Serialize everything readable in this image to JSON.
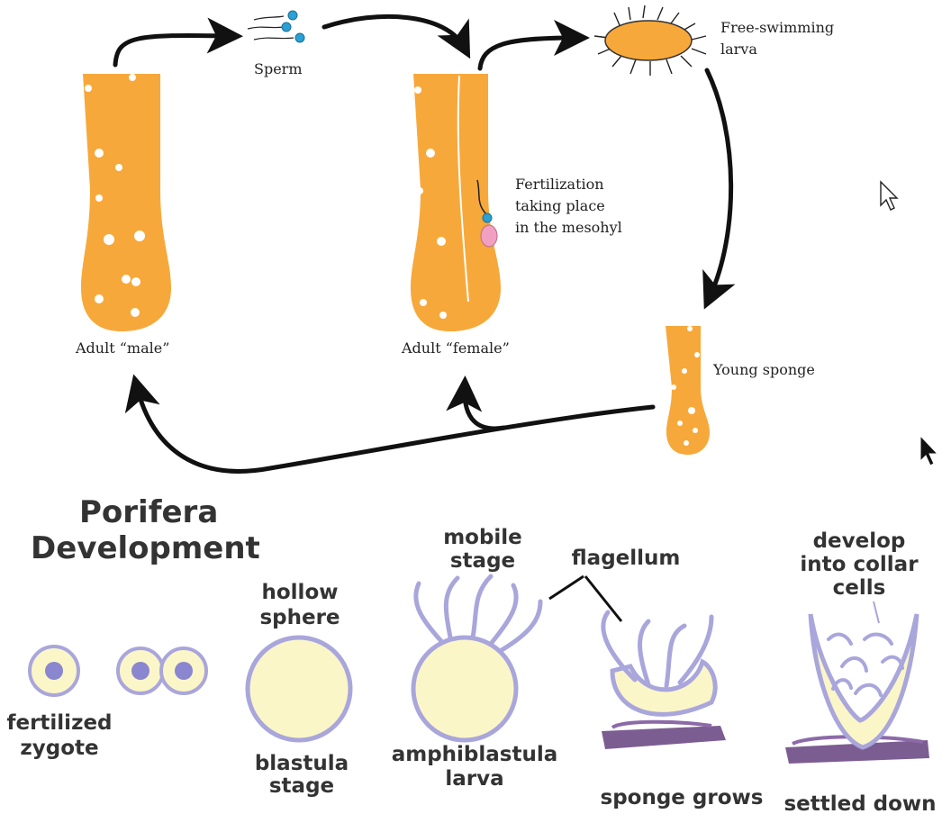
{
  "life_cycle": {
    "sperm_label": "Sperm",
    "larva_label": [
      "Free-swimming",
      "larva"
    ],
    "fertilization_label": [
      "Fertilization",
      "taking place",
      "in the mesohyl"
    ],
    "young_sponge_label": "Young sponge",
    "adult_male_label": "Adult “male”",
    "adult_female_label": "Adult “female”"
  },
  "development": {
    "title": [
      "Porifera",
      "Development"
    ],
    "zygote_label": [
      "fertilized",
      "zygote"
    ],
    "hollow_sphere_label": [
      "hollow",
      "sphere"
    ],
    "blastula_label": [
      "blastula",
      "stage"
    ],
    "mobile_stage_label": [
      "mobile",
      "stage"
    ],
    "flagellum_label": "flagellum",
    "amphiblastula_label": [
      "amphiblastula",
      "larva"
    ],
    "collar_cells_label": [
      "develop",
      "into collar",
      "cells"
    ],
    "sponge_grows_label": "sponge grows",
    "settled_down_label": "settled down"
  },
  "colors": {
    "sponge_orange": "#f7a83a",
    "cell_yellow": "#fbf6c8",
    "membrane_lavender": "#a9a6dc",
    "nucleus_purple": "#8a86cf",
    "substrate_purple": "#6e4b86",
    "sperm_blue": "#2aa0d4",
    "egg_pink": "#f2a0c2"
  },
  "icons": [
    "arrow-cursor-icon",
    "arrow-cursor-icon"
  ]
}
